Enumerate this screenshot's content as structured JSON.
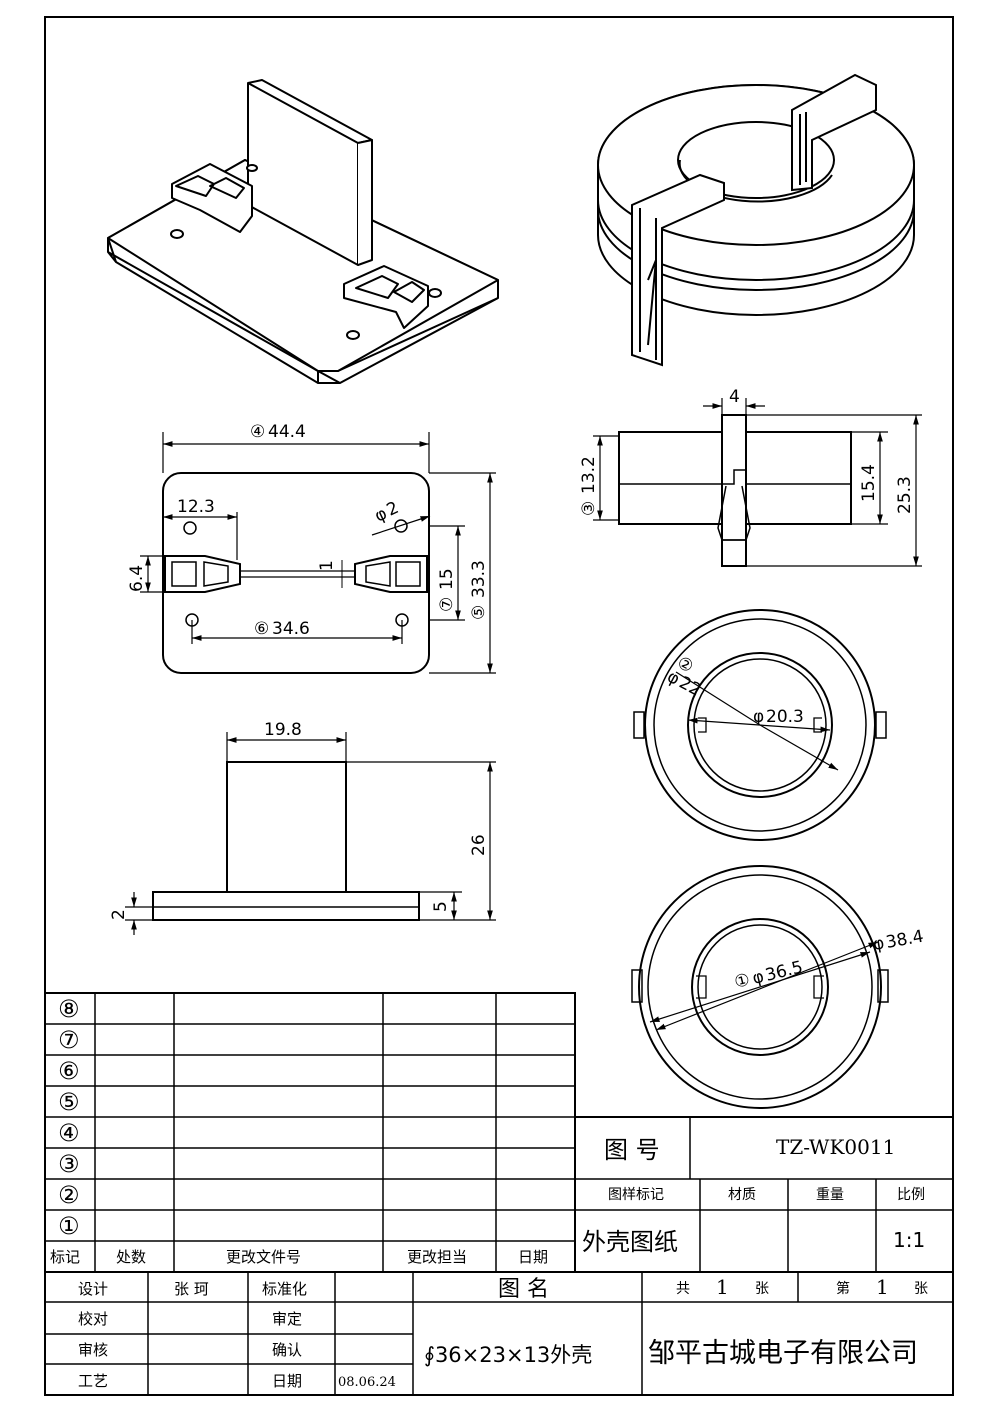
{
  "dimensions": {
    "width_444": "44.4",
    "width_444_ref": "④",
    "offset_123": "12.3",
    "hole_d2": "2",
    "hole_d2_prefix": "φ",
    "slot_h_64": "6.4",
    "gap_1": "1",
    "pitch_15": "15",
    "pitch_15_ref": "⑦",
    "height_333": "33.3",
    "height_333_ref": "⑤",
    "hole_pitch_346": "34.6",
    "hole_pitch_346_ref": "⑥",
    "wall_198": "19.8",
    "wall_h_26": "26",
    "base_t_2": "2",
    "base_t_5": "5",
    "slot_w_4": "4",
    "side_132": "13.2",
    "side_132_ref": "③",
    "side_154": "15.4",
    "side_253": "25.3",
    "id_22": "22",
    "id_22_ref": "②",
    "id_22_prefix": "φ",
    "id_203": "20.3",
    "id_203_prefix": "φ",
    "od_365": "36.5",
    "od_365_ref": "①",
    "od_365_prefix": "φ",
    "od_384": "38.4",
    "od_384_prefix": "φ"
  },
  "revision_table": {
    "row_numbers": [
      "⑧",
      "⑦",
      "⑥",
      "⑤",
      "④",
      "③",
      "②",
      "①"
    ],
    "headers": [
      "标记",
      "处数",
      "更改文件号",
      "更改担当",
      "日期"
    ]
  },
  "title_block": {
    "drawing_no_label": "图  号",
    "drawing_no": "TZ-WK0011",
    "col_labels": [
      "图样标记",
      "材质",
      "重量",
      "比例"
    ],
    "drawing_type": "外壳图纸",
    "scale": "1:1",
    "name_label": "图  名",
    "total_label": "共",
    "total_count": "1",
    "sheet_unit": "张",
    "sheet_label": "第",
    "sheet_no": "1",
    "sheet_unit2": "张",
    "design_label": "设计",
    "designer": "张 珂",
    "standard_label": "标准化",
    "check_label": "校对",
    "review_label": "审定",
    "audit_label": "审核",
    "confirm_label": "确认",
    "craft_label": "工艺",
    "date_label": "日期",
    "date": "08.06.24",
    "part_name": "∮36×23×13外壳",
    "company": "邹平古城电子有限公司"
  }
}
